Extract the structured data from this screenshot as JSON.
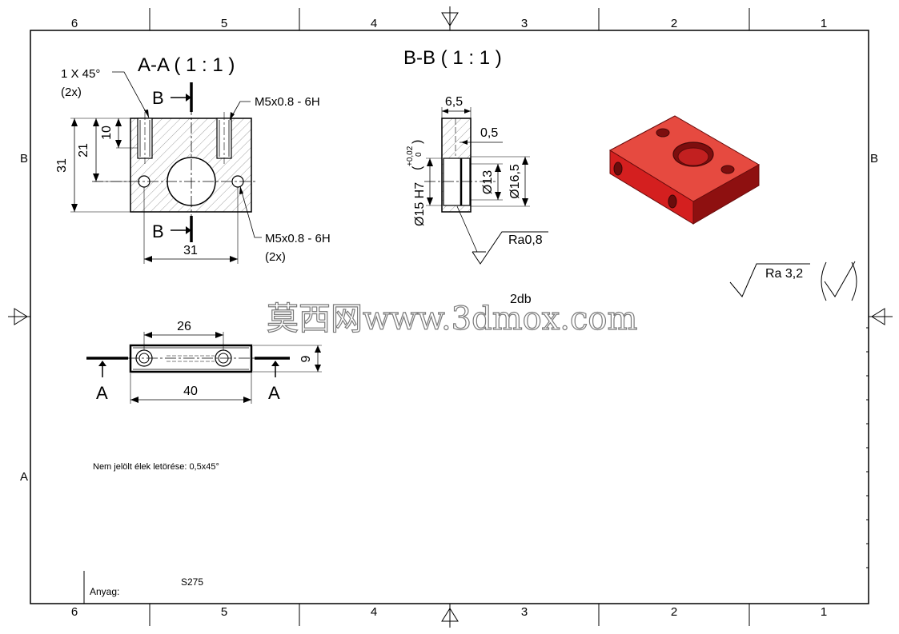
{
  "sheet": {
    "zone_columns": [
      "6",
      "5",
      "4",
      "3",
      "2",
      "1"
    ],
    "zone_rows": [
      "B",
      "A"
    ]
  },
  "section_aa": {
    "title": "A-A ( 1 : 1 )",
    "section_mark": "B",
    "chamfer_note": "1 X 45°",
    "chamfer_count": "(2x)",
    "thread_top": "M5x0.8 - 6H",
    "thread_side": "M5x0.8 - 6H",
    "thread_side_count": "(2x)",
    "dim_height": "31",
    "dim_21": "21",
    "dim_10": "10",
    "dim_width": "31"
  },
  "section_bb": {
    "title": "B-B ( 1 : 1 )",
    "dim_width": "6,5",
    "dim_step": "0,5",
    "dim_bore": "Ø15 H7",
    "tol_upper": "+0,02",
    "tol_lower": "0",
    "dim_d13": "Ø13",
    "dim_d165": "Ø16,5",
    "roughness": "Ra0,8"
  },
  "plan_view": {
    "section_mark": "A",
    "dim_hole_spacing": "26",
    "dim_length": "40",
    "dim_thickness": "9"
  },
  "general": {
    "surface_finish": "Ra 3,2",
    "quantity": "2db",
    "chamfer_note": "Nem jelölt élek letörése: 0,5x45°",
    "material_label": "Anyag:",
    "material_value": "S275",
    "watermark": "莫西网www.3dmox.com"
  },
  "colors": {
    "part_red": "#d41f1f",
    "part_red_dark": "#8e1010",
    "part_red_light": "#e64a40",
    "hatch_gray": "#8a8a8a"
  }
}
